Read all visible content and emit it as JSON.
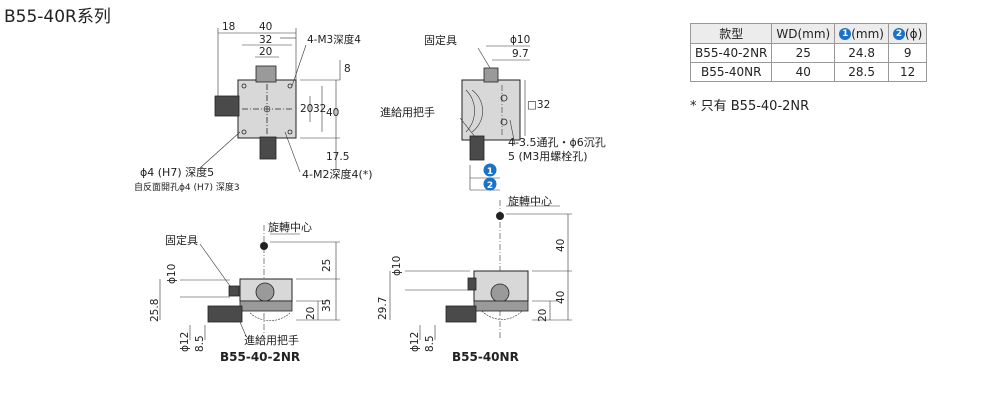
{
  "title": "B55-40R系列",
  "table": {
    "headers": [
      "款型",
      "WD(mm)",
      "(mm)",
      "(ϕ)"
    ],
    "header_badges": [
      "",
      "",
      "1",
      "2"
    ],
    "rows": [
      [
        "B55-40-2NR",
        "25",
        "24.8",
        "9"
      ],
      [
        "B55-40NR",
        "40",
        "28.5",
        "12"
      ]
    ]
  },
  "note": "* 只有 B55-40-2NR",
  "top_view": {
    "dims": [
      "18",
      "40",
      "32",
      "20",
      "4-M3深度4",
      "8",
      "20",
      "32",
      "40",
      "17.5"
    ],
    "label_hole": "ϕ4 (H7) 深度5",
    "label_hole2": "自反面開孔ϕ4 (H7) 深度3",
    "label_m2": "4-M2深度4(*)"
  },
  "side_view": {
    "label_fix": "固定具",
    "label_handle": "進給用把手",
    "dims": [
      "ϕ10",
      "9.7",
      "□32"
    ],
    "label_hole": "4-3.5通孔・ϕ6沉孔",
    "label_hole2": "5 (M3用螺栓孔)",
    "badge1": "1",
    "badge2": "2"
  },
  "front_2nr": {
    "label_center": "旋轉中心",
    "label_fix": "固定具",
    "label_handle": "進給用把手",
    "dims": [
      "ϕ10",
      "25",
      "25.8",
      "20",
      "35",
      "ϕ12",
      "8.5"
    ],
    "caption": "B55-40-2NR"
  },
  "front_40nr": {
    "label_center": "旋轉中心",
    "dims": [
      "40",
      "ϕ10",
      "29.7",
      "40",
      "20",
      "ϕ12",
      "8.5"
    ],
    "caption": "B55-40NR"
  }
}
